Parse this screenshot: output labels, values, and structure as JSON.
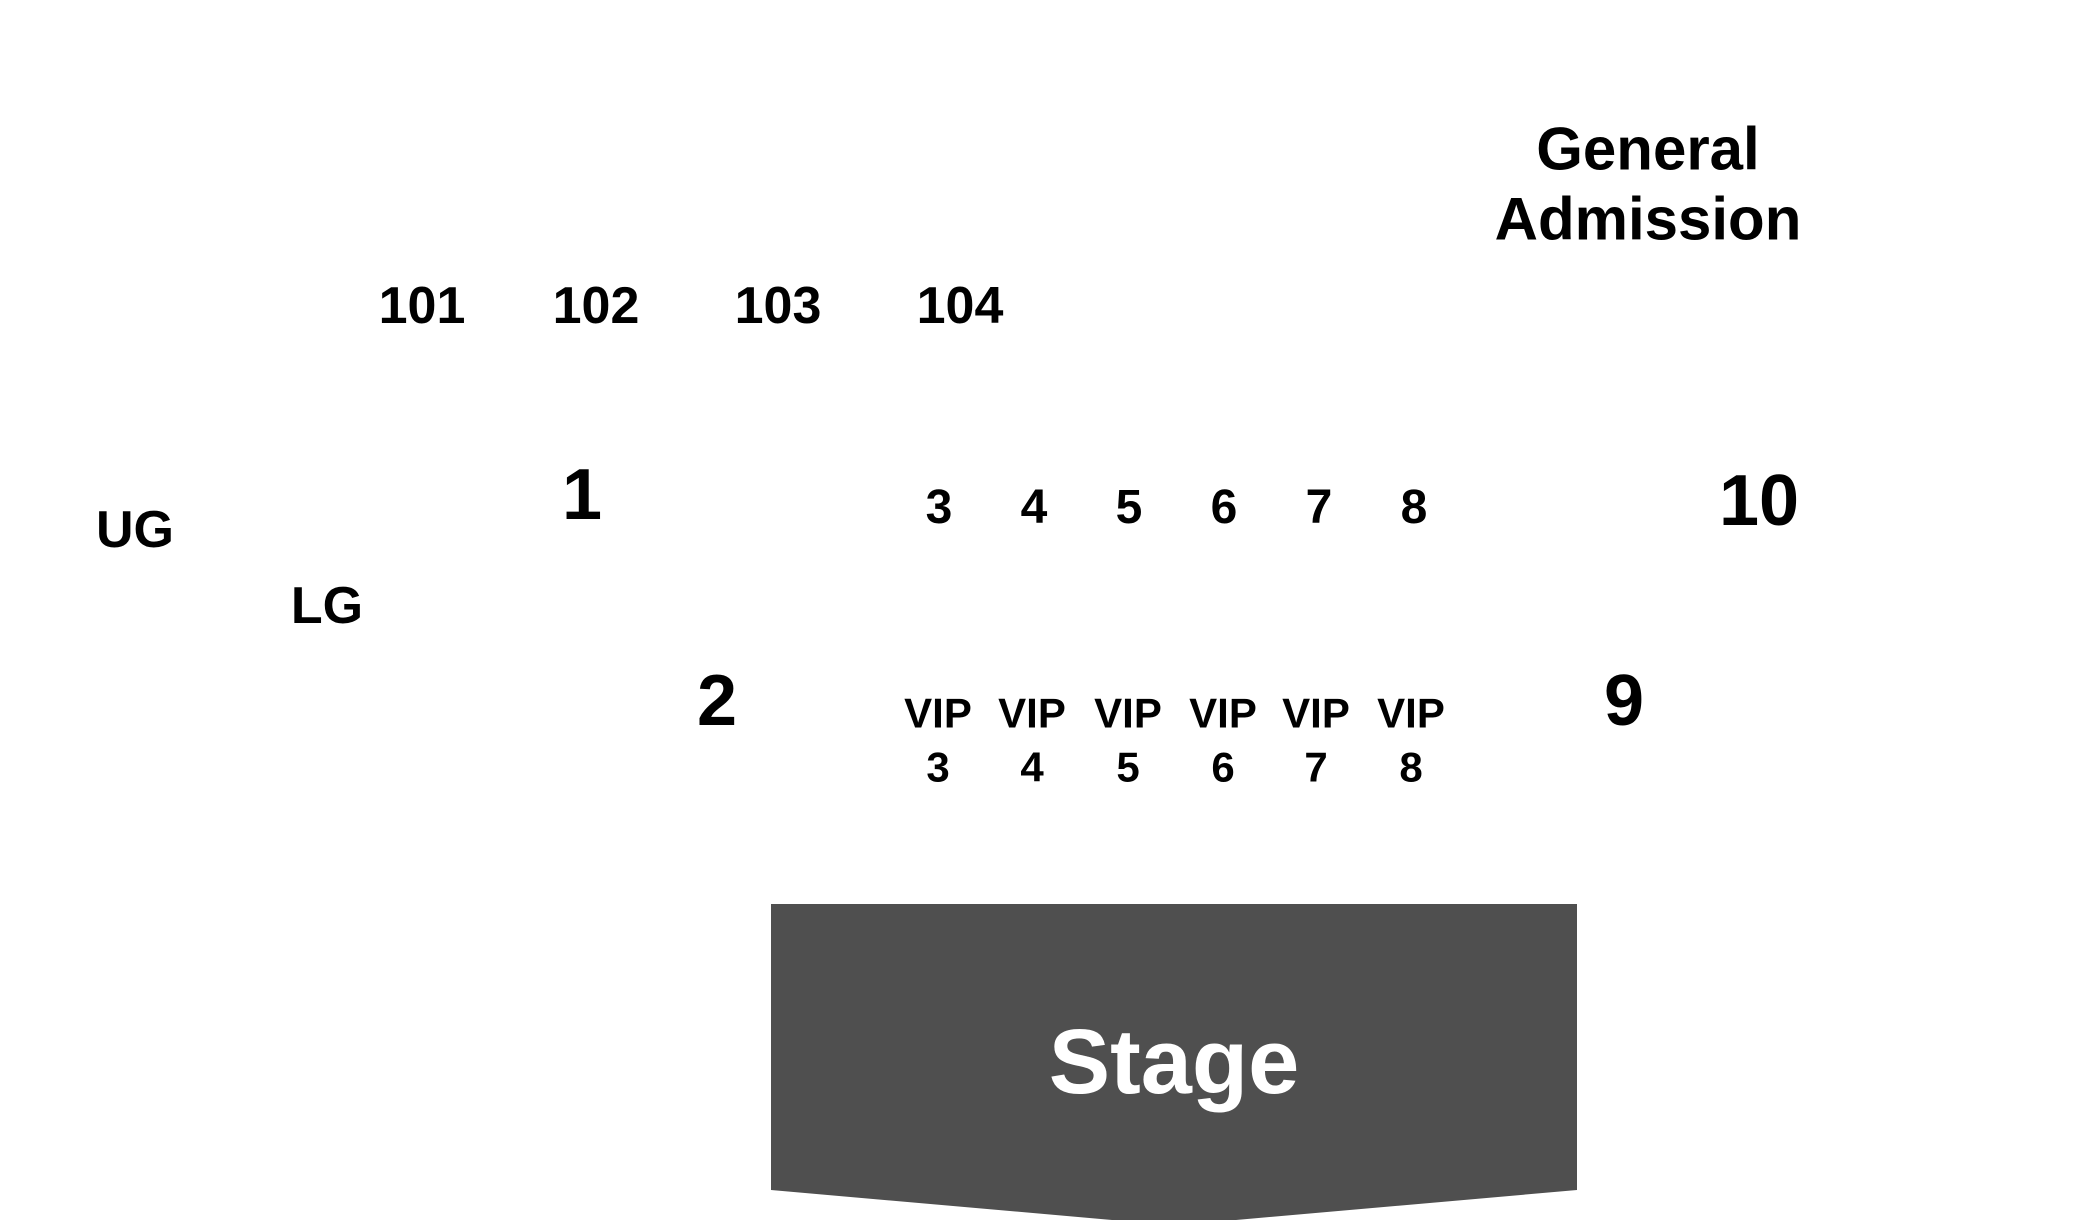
{
  "map": {
    "general_admission": "General Admission",
    "sections_top": [
      "101",
      "102",
      "103",
      "104"
    ],
    "levels": {
      "upper": "UG",
      "lower": "LG"
    },
    "sections_numbered": {
      "s1": "1",
      "s2": "2",
      "s9": "9",
      "s10": "10"
    },
    "boxes_row": [
      "3",
      "4",
      "5",
      "6",
      "7",
      "8"
    ],
    "vip_boxes": [
      {
        "prefix": "VIP",
        "number": "3"
      },
      {
        "prefix": "VIP",
        "number": "4"
      },
      {
        "prefix": "VIP",
        "number": "5"
      },
      {
        "prefix": "VIP",
        "number": "6"
      },
      {
        "prefix": "VIP",
        "number": "7"
      },
      {
        "prefix": "VIP",
        "number": "8"
      }
    ],
    "stage": {
      "label": "Stage",
      "fill_color": "#4f4f4f",
      "text_color": "#ffffff"
    }
  }
}
